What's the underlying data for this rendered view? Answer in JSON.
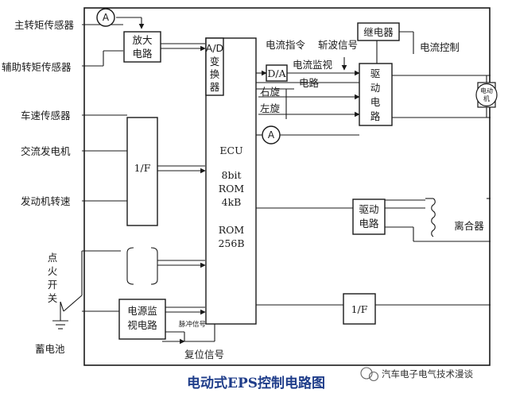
{
  "title": "电动式EPS控制电路图",
  "watermark": "汽车电子电气技术漫谈",
  "inputs": {
    "main_torque": "主转矩传感器",
    "aux_torque": "辅助转矩传感器",
    "speed": "车速传感器",
    "alternator": "交流发电机",
    "engine": "发动机转速",
    "ignition": [
      "点",
      "火",
      "开",
      "关"
    ],
    "battery": "蓄电池"
  },
  "blocks": {
    "amp": [
      "放大",
      "电路"
    ],
    "adc": [
      "A/D",
      "变",
      "换",
      "器"
    ],
    "if_left": "1/F",
    "ecu": [
      "ECU",
      "8bit",
      "ROM",
      "4kB",
      "ROM",
      "256B"
    ],
    "da": "D/A",
    "relay": "继电器",
    "drive1": [
      "驱",
      "动",
      "电",
      "路"
    ],
    "drive2": [
      "驱动",
      "电路"
    ],
    "clutch": "离合器",
    "if_right": "1/F",
    "psu": [
      "电源监",
      "视电路"
    ],
    "motor": [
      "电动",
      "机"
    ],
    "ammeter_top": "A",
    "ammeter_mid": "A"
  },
  "signals": {
    "current_cmd": "电流指令",
    "chopper": "斩波信号",
    "current_ctrl": "电流控制",
    "current_mon": "电流监视",
    "circuit": "电路",
    "right_turn": "右旋",
    "left_turn": "左旋",
    "pulse": "脉冲信号",
    "reset": "复位信号"
  }
}
